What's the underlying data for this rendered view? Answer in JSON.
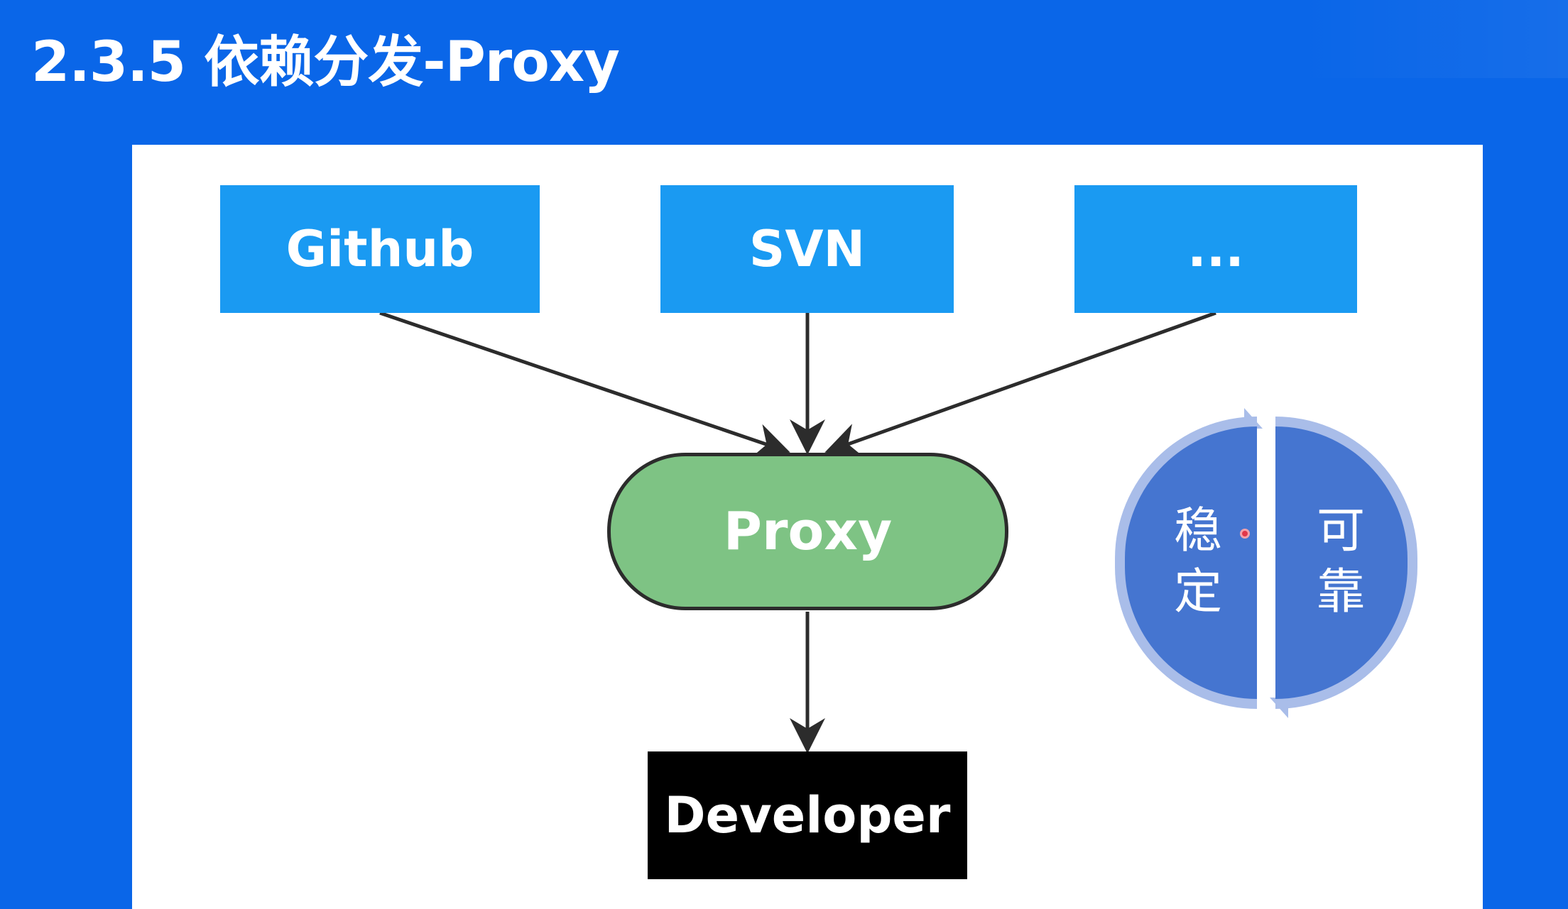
{
  "slide": {
    "title": "2.3.5 依赖分发-Proxy"
  },
  "diagram": {
    "sources": [
      {
        "label": "Github"
      },
      {
        "label": "SVN"
      },
      {
        "label": "..."
      }
    ],
    "proxy": {
      "label": "Proxy"
    },
    "developer": {
      "label": "Developer"
    },
    "edges": [
      {
        "from": "Github",
        "to": "Proxy"
      },
      {
        "from": "SVN",
        "to": "Proxy"
      },
      {
        "from": "...",
        "to": "Proxy"
      },
      {
        "from": "Proxy",
        "to": "Developer"
      }
    ],
    "colors": {
      "background": "#0a66e8",
      "source_fill": "#1a9af2",
      "proxy_fill": "#7ec384",
      "developer_fill": "#000000",
      "badge_fill": "#4575d0",
      "badge_ring": "#a9bde9",
      "arrow": "#2c2c2c"
    }
  },
  "badge": {
    "left_text": "稳定",
    "right_text": "可靠"
  }
}
